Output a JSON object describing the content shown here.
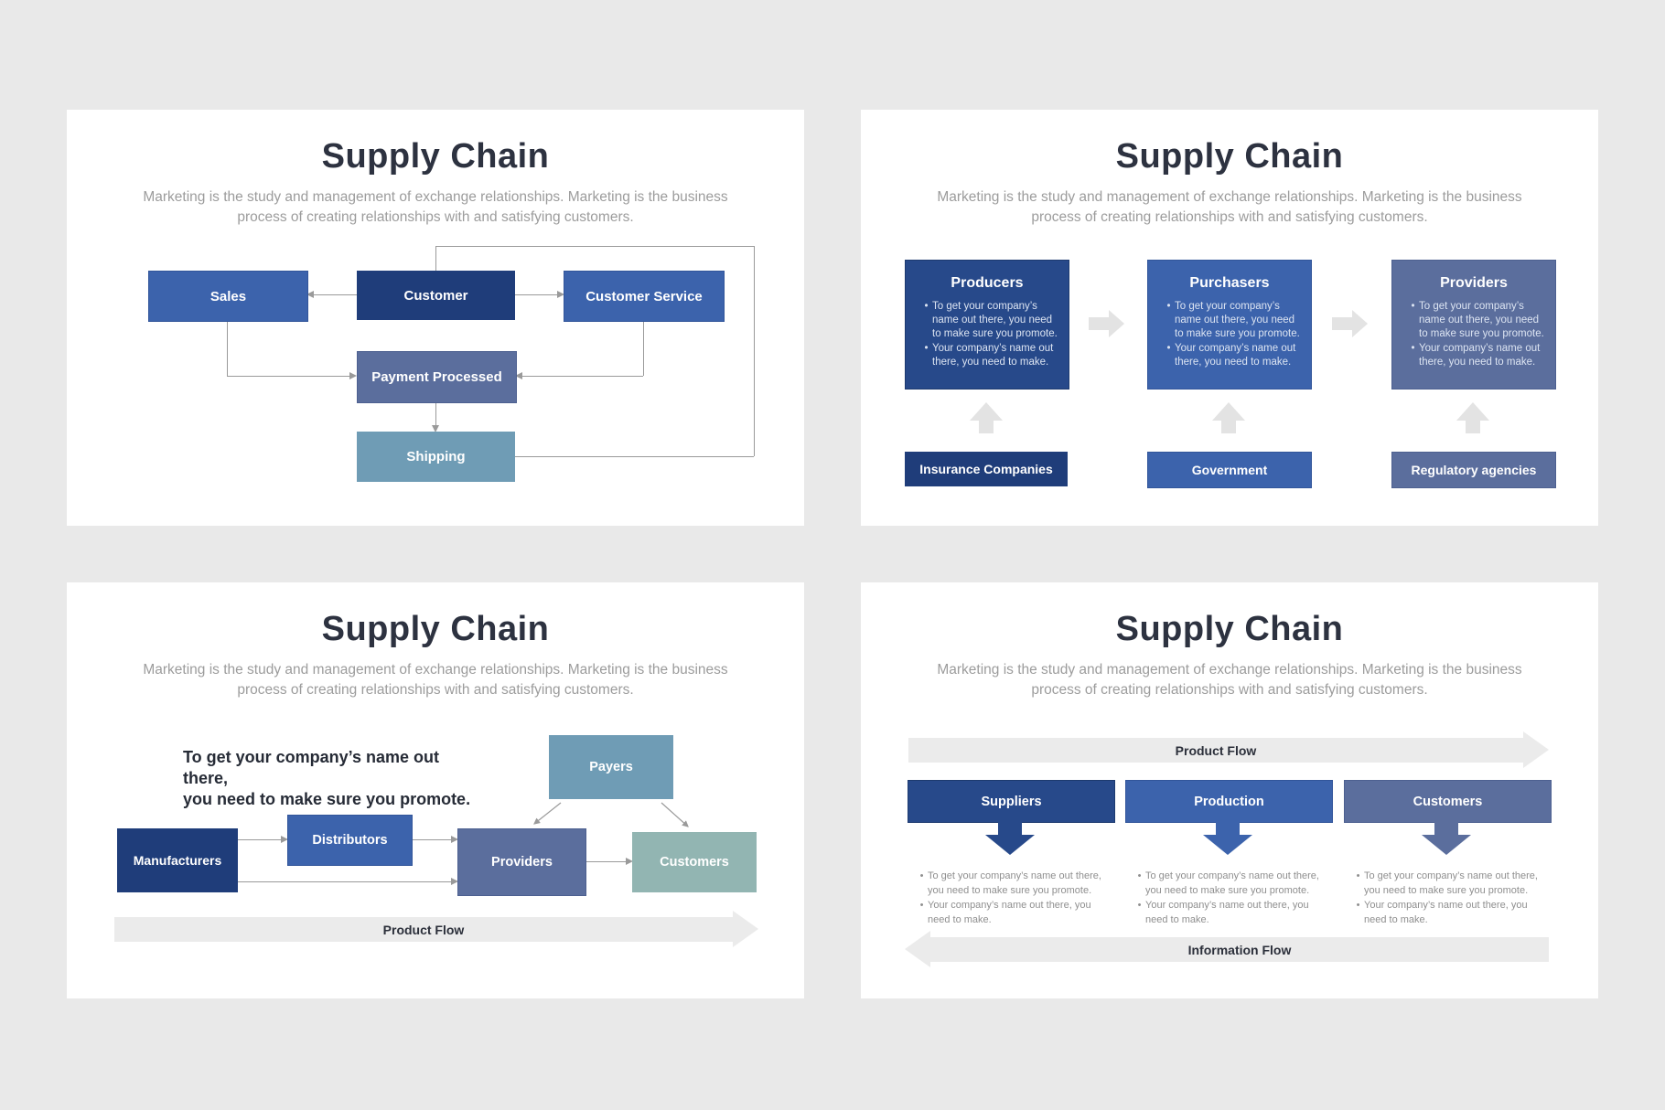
{
  "page": {
    "background": "#e9e9e9",
    "card_background": "#ffffff"
  },
  "common": {
    "title": "Supply Chain",
    "subtitle_line1": "Marketing is the study and management of exchange relationships. Marketing is the business",
    "subtitle_line2": "process of creating relationships with and satisfying customers."
  },
  "colors": {
    "title_text": "#2d3240",
    "subtitle_text": "#9c9c9c",
    "navy": "#1f3d7a",
    "dark_blue": "#27498a",
    "blue": "#3c63ac",
    "slate_blue": "#5b6e9d",
    "steel_blue": "#6f9cb5",
    "sage_teal": "#92b5b2",
    "flow_bar_gray": "#ebebeb",
    "big_arrow_gray": "#e3e3e3",
    "connector_gray": "#9a9a9a"
  },
  "slide1": {
    "boxes": {
      "sales": "Sales",
      "customer": "Customer",
      "customer_service": "Customer Service",
      "payment_processed": "Payment Processed",
      "shipping": "Shipping"
    }
  },
  "slide2": {
    "columns": [
      {
        "title": "Producers",
        "bullets": [
          "To get your company’s name out there, you need to make sure you promote.",
          "Your company’s name out there, you need to make."
        ],
        "label": "Insurance Companies"
      },
      {
        "title": "Purchasers",
        "bullets": [
          "To get your company’s name out there, you need to make sure you promote.",
          "Your company’s name out there, you need to make."
        ],
        "label": "Government"
      },
      {
        "title": "Providers",
        "bullets": [
          "To get your company’s name out there, you need to make sure you promote.",
          "Your company’s name out there, you need to make."
        ],
        "label": "Regulatory agencies"
      }
    ]
  },
  "slide3": {
    "note_line1": "To get your company’s name out there,",
    "note_line2": "you need to make sure you promote.",
    "boxes": {
      "payers": "Payers",
      "manufacturers": "Manufacturers",
      "distributors": "Distributors",
      "providers": "Providers",
      "customers": "Customers"
    },
    "flow_label": "Product Flow"
  },
  "slide4": {
    "top_flow_label": "Product Flow",
    "bottom_flow_label": "Information Flow",
    "columns": [
      {
        "title": "Suppliers",
        "bullets": [
          "To get your company’s name out there, you need to make sure you promote.",
          "Your company’s name out there, you need to make."
        ]
      },
      {
        "title": "Production",
        "bullets": [
          "To get your company’s name out there, you need to make sure you promote.",
          "Your company’s name out there, you need to make."
        ]
      },
      {
        "title": "Customers",
        "bullets": [
          "To get your company’s name out there, you need to make sure you promote.",
          "Your company’s name out there, you need to make."
        ]
      }
    ]
  }
}
